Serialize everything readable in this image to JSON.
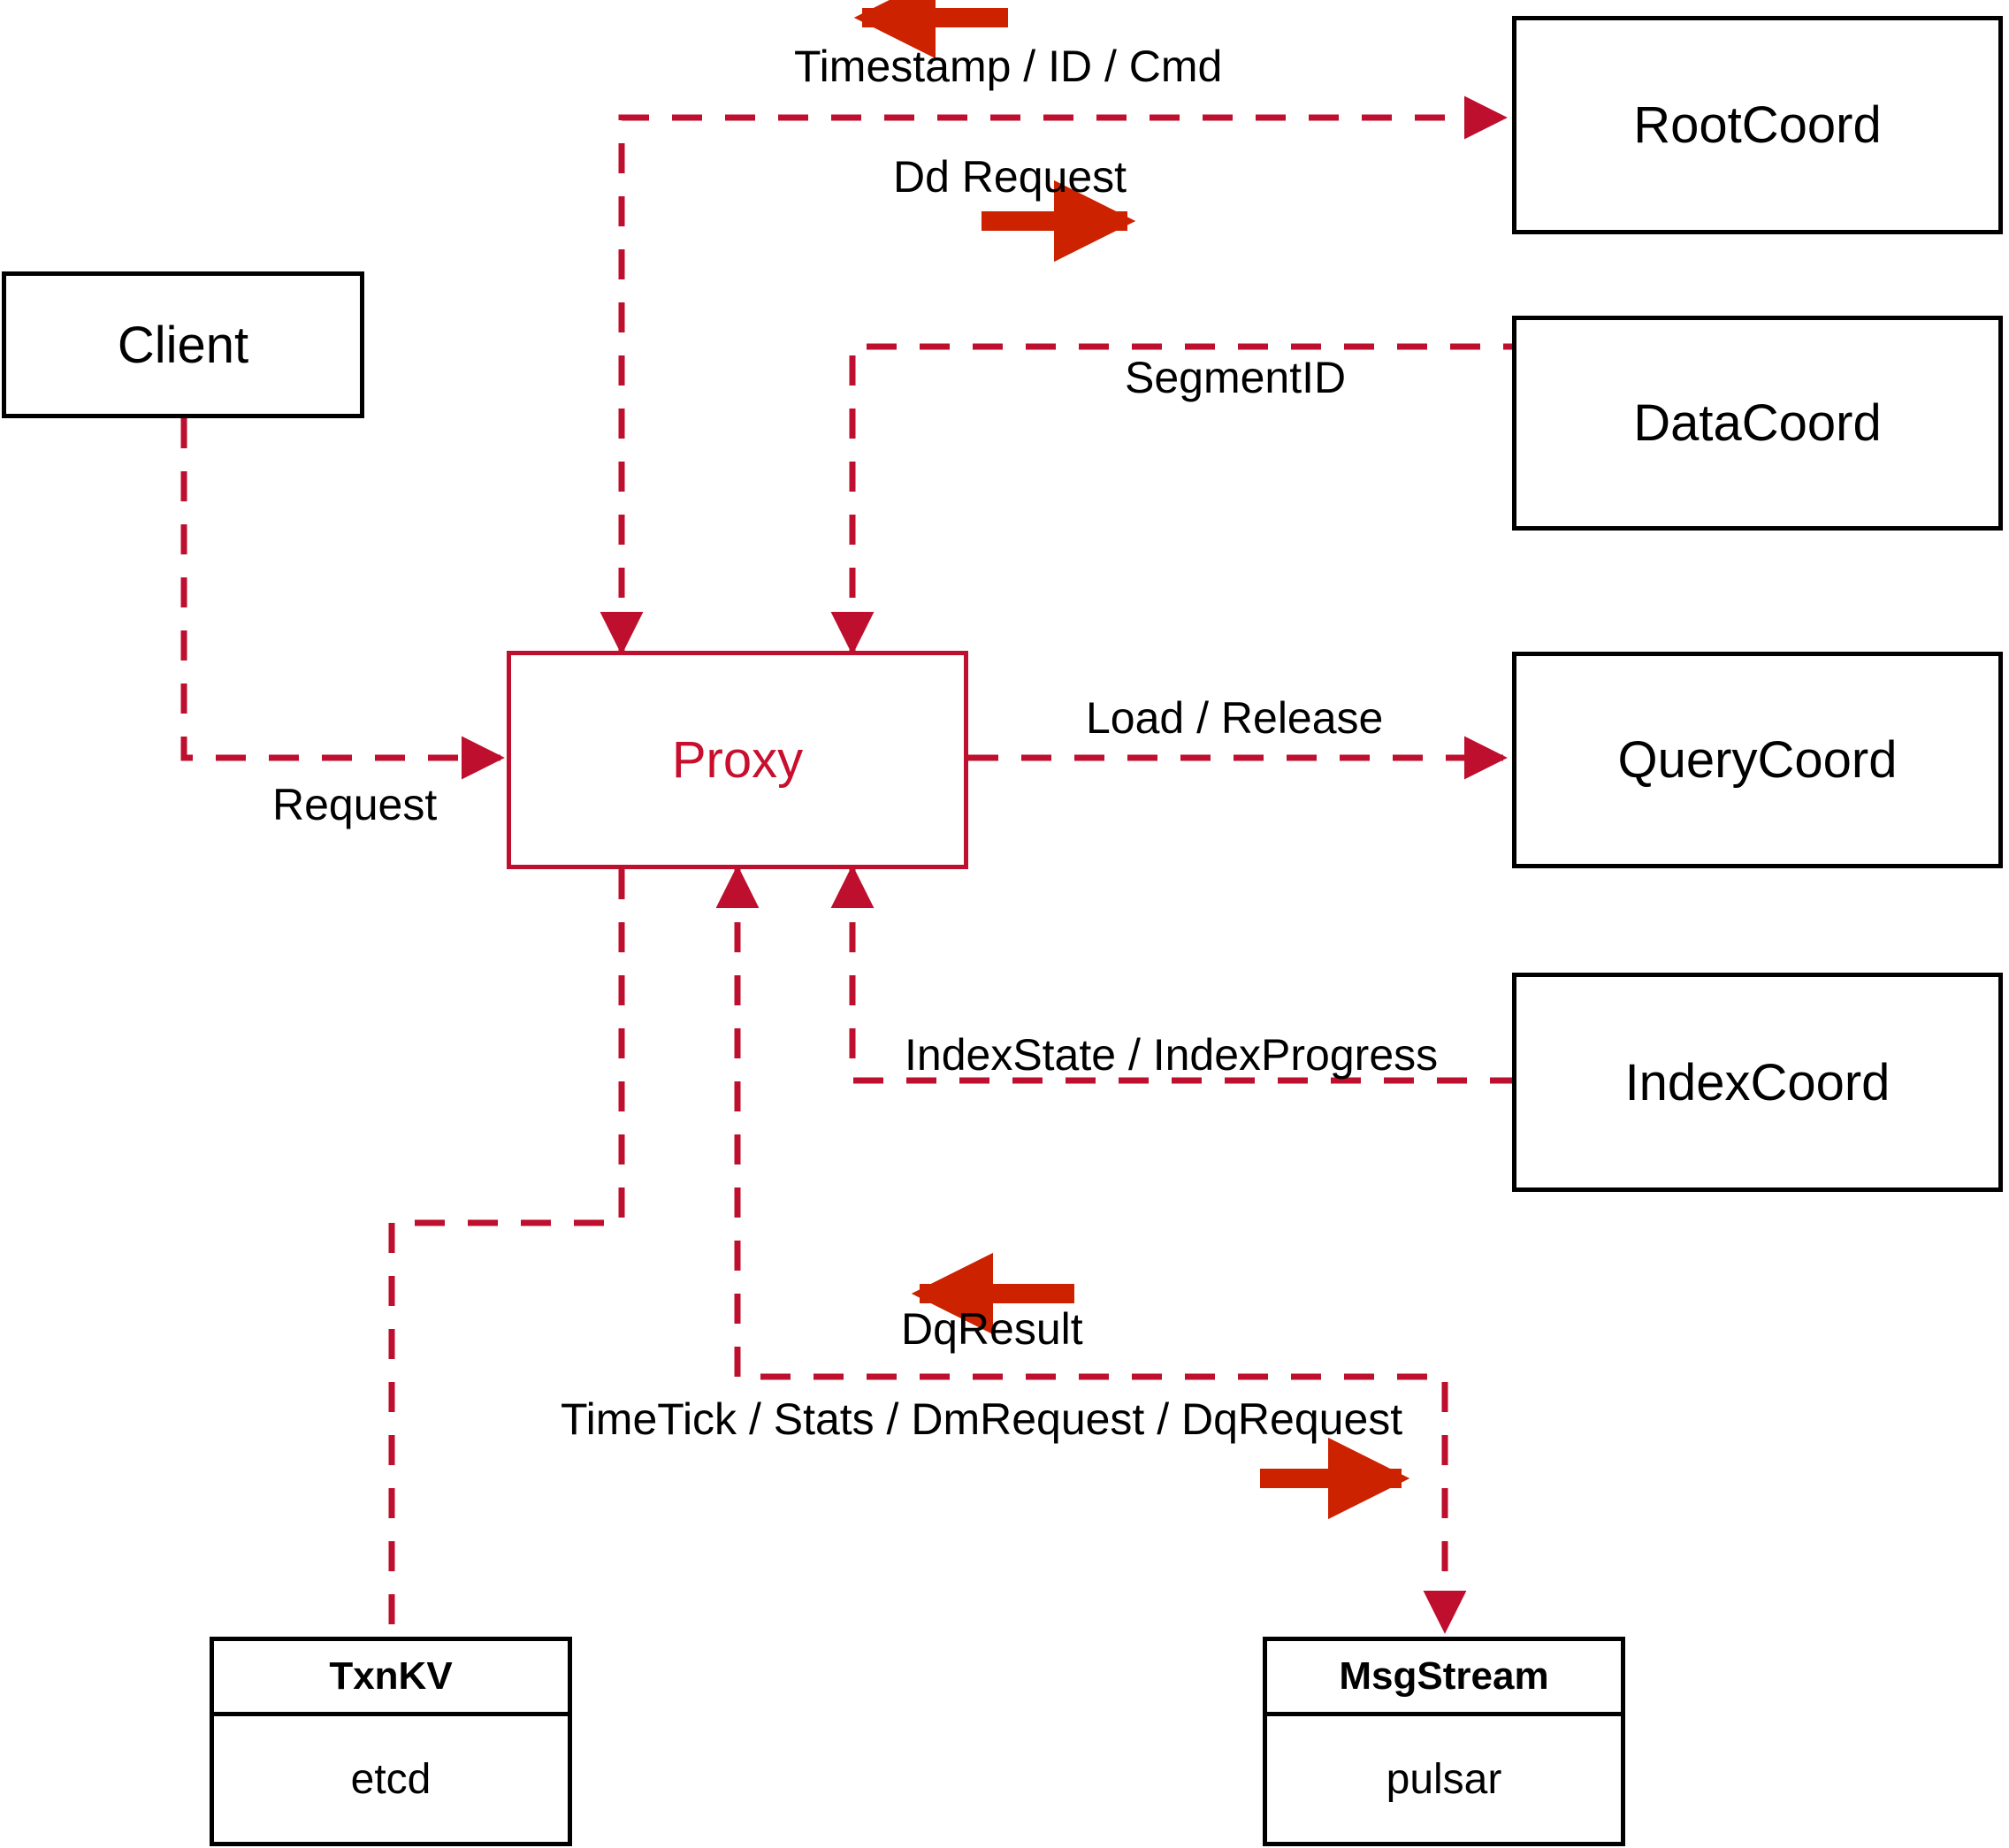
{
  "diagram": {
    "title": "Milvus Proxy architecture",
    "colors": {
      "node_stroke": "#000000",
      "proxy_stroke": "#BE0F2E",
      "proxy_text": "#C8102E",
      "flow_line": "#BE0F2E",
      "emphasis_arrow": "#CC2200",
      "background": "#FFFFFF"
    }
  },
  "nodes": {
    "client": {
      "label": "Client"
    },
    "proxy": {
      "label": "Proxy"
    },
    "root_coord": {
      "label": "RootCoord"
    },
    "data_coord": {
      "label": "DataCoord"
    },
    "query_coord": {
      "label": "QueryCoord"
    },
    "index_coord": {
      "label": "IndexCoord"
    },
    "txnkv": {
      "title": "TxnKV",
      "impl": "etcd"
    },
    "msgstream": {
      "title": "MsgStream",
      "impl": "pulsar"
    }
  },
  "edge_labels": {
    "timestamp_id_cmd": "Timestamp / ID / Cmd",
    "dd_request": "Dd Request",
    "segment_id": "SegmentID",
    "request": "Request",
    "load_release": "Load / Release",
    "index_state_progress": "IndexState / IndexProgress",
    "dq_result": "DqResult",
    "timetick_stats": "TimeTick / Stats / DmRequest / DqRequest"
  }
}
